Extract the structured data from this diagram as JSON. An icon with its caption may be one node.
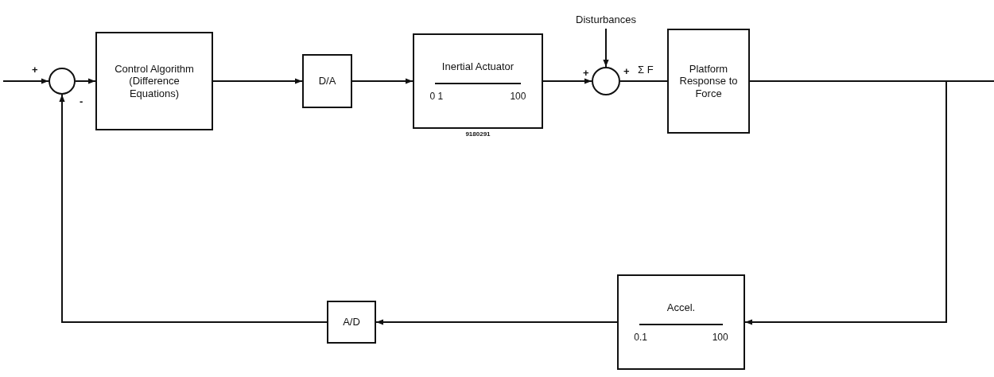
{
  "diagram": {
    "nodes": [
      {
        "text": [],
        "shape": "circle"
      },
      {
        "text": [
          "Control Algorithm (Difference Equations)"
        ]
      },
      {
        "text": [
          "D/A"
        ]
      },
      {
        "text": [
          "Inertial Actuator",
          "0 1",
          "100"
        ],
        "beside": [
          "9180291"
        ]
      },
      {
        "text": [],
        "shape": "circle"
      },
      {
        "text": [
          "Disturbances"
        ]
      },
      {
        "text": [
          "Platform Response to Force"
        ]
      },
      {
        "text": [
          "Accel.",
          "0.1",
          "100"
        ]
      },
      {
        "text": [
          "A/D"
        ]
      }
    ],
    "edges": [
      {
        "from": null,
        "to": 0,
        "arrow": "to"
      },
      {
        "from": 0,
        "to": 1,
        "arrow": "to"
      },
      {
        "from": 1,
        "to": 2,
        "arrow": "to"
      },
      {
        "from": 2,
        "to": 3,
        "arrow": "to"
      },
      {
        "from": 3,
        "to": 4,
        "arrow": "to"
      },
      {
        "from": 5,
        "to": 4,
        "arrow": "to"
      },
      {
        "from": 4,
        "to": 6,
        "arrow": "none",
        "label": "Σ F"
      },
      {
        "from": 6,
        "to": null,
        "arrow": "none"
      },
      {
        "from": 6,
        "to": 7,
        "arrow": "to"
      },
      {
        "from": 7,
        "to": 8,
        "arrow": "to"
      },
      {
        "from": 8,
        "to": 0,
        "arrow": "to"
      }
    ],
    "labels": [
      "+",
      "-",
      "+",
      "+"
    ]
  }
}
